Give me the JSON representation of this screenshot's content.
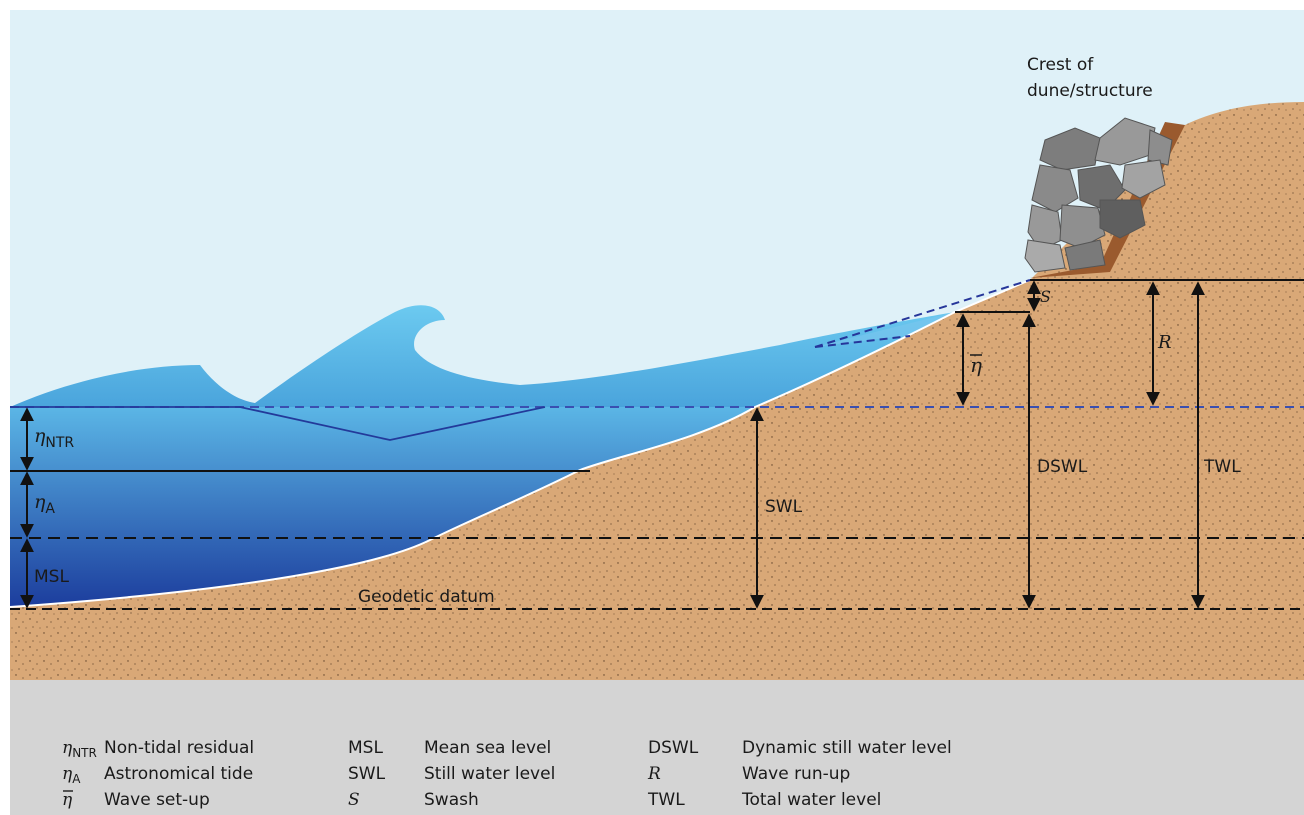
{
  "colors": {
    "sky": "#dff1f8",
    "sand": "#d9a877",
    "legend_bg": "#d4d4d4",
    "sea_top": "#58b2e4",
    "sea_bottom": "#1c3d9d",
    "dashed_level": "#3a4fb0",
    "rocks": "#8a8a8a",
    "ink": "#1a1a1a"
  },
  "labels": {
    "crest_line1": "Crest of",
    "crest_line2": "dune/structure",
    "geodetic_datum": "Geodetic datum",
    "ntr_sym": "η",
    "ntr_sub": "NTR",
    "a_sym": "η",
    "a_sub": "A",
    "msl": "MSL",
    "swl": "SWL",
    "setup_sym": "η",
    "dswl": "DSWL",
    "s": "S",
    "r": "R",
    "twl": "TWL"
  },
  "legend": [
    {
      "sym": "η",
      "sub": "NTR",
      "overbar": false,
      "italic": true,
      "desc": "Non-tidal residual"
    },
    {
      "sym": "η",
      "sub": "A",
      "overbar": false,
      "italic": true,
      "desc": "Astronomical tide"
    },
    {
      "sym": "η",
      "sub": "",
      "overbar": true,
      "italic": true,
      "desc": "Wave set-up"
    },
    {
      "sym": "MSL",
      "sub": "",
      "overbar": false,
      "italic": false,
      "desc": "Mean sea level"
    },
    {
      "sym": "SWL",
      "sub": "",
      "overbar": false,
      "italic": false,
      "desc": "Still water level"
    },
    {
      "sym": "S",
      "sub": "",
      "overbar": false,
      "italic": true,
      "desc": "Swash"
    },
    {
      "sym": "DSWL",
      "sub": "",
      "overbar": false,
      "italic": false,
      "desc": "Dynamic still water level"
    },
    {
      "sym": "R",
      "sub": "",
      "overbar": false,
      "italic": true,
      "desc": "Wave run-up"
    },
    {
      "sym": "TWL",
      "sub": "",
      "overbar": false,
      "italic": false,
      "desc": "Total water level"
    }
  ]
}
